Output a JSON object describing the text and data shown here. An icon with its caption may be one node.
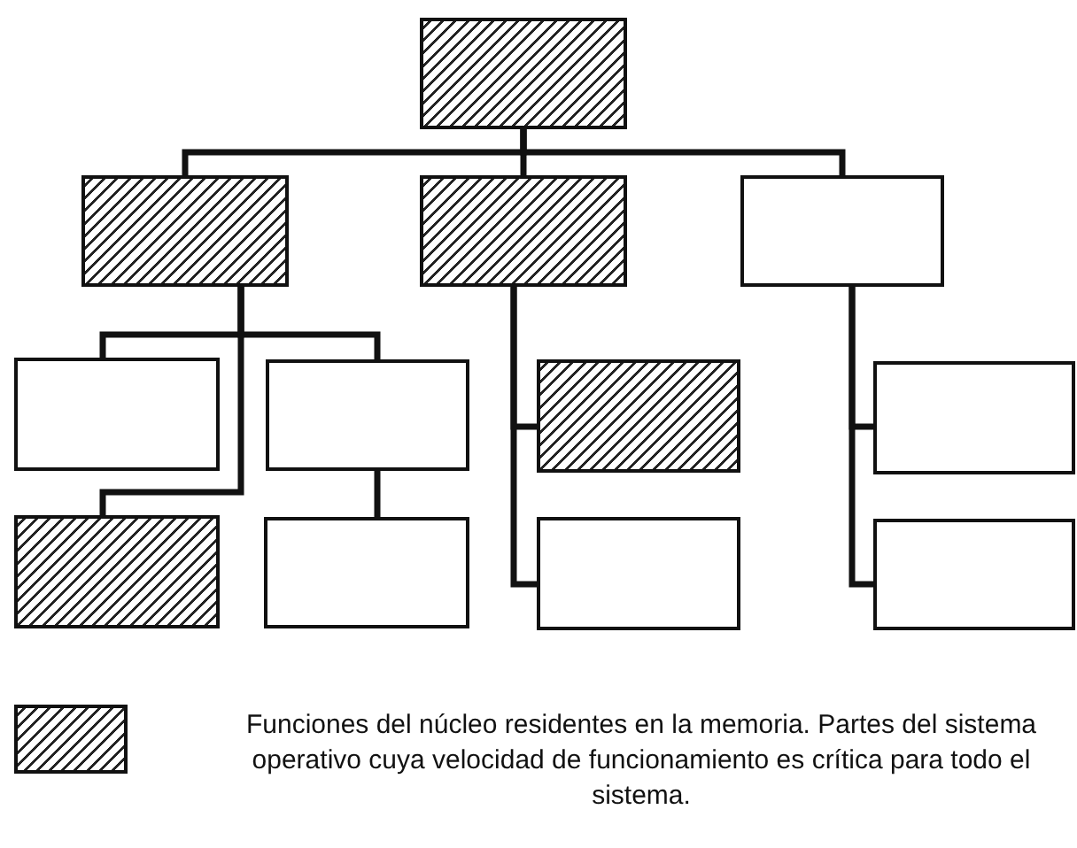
{
  "diagram": {
    "nodes": [
      {
        "text": [],
        "shape": "box"
      },
      {
        "text": [],
        "shape": "box"
      },
      {
        "text": [],
        "shape": "box"
      },
      {
        "text": [],
        "shape": "box"
      },
      {
        "text": [],
        "shape": "box"
      },
      {
        "text": [],
        "shape": "box"
      },
      {
        "text": [],
        "shape": "box"
      },
      {
        "text": [],
        "shape": "box"
      },
      {
        "text": [],
        "shape": "box"
      },
      {
        "text": [],
        "shape": "box"
      },
      {
        "text": [],
        "shape": "box"
      },
      {
        "text": [],
        "shape": "box"
      }
    ],
    "edges": [
      {
        "from": 0,
        "to": 1,
        "arrow": "none"
      },
      {
        "from": 0,
        "to": 2,
        "arrow": "none"
      },
      {
        "from": 0,
        "to": 3,
        "arrow": "none"
      },
      {
        "from": 1,
        "to": 4,
        "arrow": "none"
      },
      {
        "from": 1,
        "to": 5,
        "arrow": "none"
      },
      {
        "from": 1,
        "to": 8,
        "arrow": "none"
      },
      {
        "from": 5,
        "to": 9,
        "arrow": "none"
      },
      {
        "from": 2,
        "to": 6,
        "arrow": "none"
      },
      {
        "from": 2,
        "to": 10,
        "arrow": "none"
      },
      {
        "from": 3,
        "to": 7,
        "arrow": "none"
      },
      {
        "from": 3,
        "to": 11,
        "arrow": "none"
      }
    ],
    "legend": [
      {
        "text": "Funciones del núcleo residentes en la memoria. Partes del sistema operativo cuya velocidad de funcionamiento es crítica para todo el sistema."
      }
    ]
  }
}
